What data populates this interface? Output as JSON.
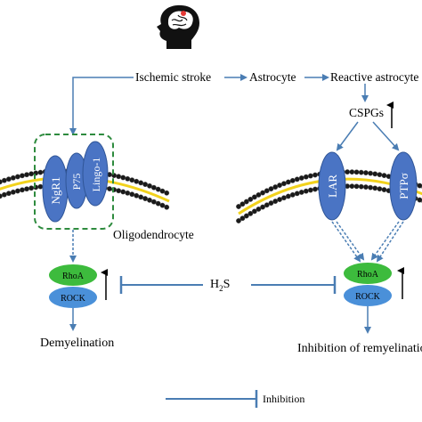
{
  "labels": {
    "ischemic_stroke": "Ischemic stroke",
    "astrocyte": "Astrocyte",
    "reactive_astrocyte": "Reactive astrocyte",
    "cspgs": "CSPGs",
    "ngr1": "NgR1",
    "p75": "P75",
    "lingo1": "Lingo-1",
    "oligodendrocyte": "Oligodendrocyte",
    "lar": "LAR",
    "ptp_sigma": "PTPσ",
    "rhoa": "RhoA",
    "rock": "ROCK",
    "h2s_base": "H",
    "h2s_sub": "2",
    "h2s_tail": "S",
    "demyelination": "Demyelination",
    "inhibition_of_remyelination": "Inhibition of remyelination",
    "legend_inhibition": "Inhibition"
  },
  "colors": {
    "arrow": "#4a7db3",
    "inhibition_bar": "#4a7db3",
    "receptor_fill": "#4a74c4",
    "receptor_stroke": "#2f5597",
    "rhoa_fill": "#3dbb3d",
    "rock_fill": "#4a90d9",
    "box_dash": "#2e8b3e",
    "membrane_line": "#f2d21c",
    "membrane_bead": "#1a1a1a",
    "head_icon": "#111111",
    "brain_dot": "#e53935"
  },
  "icons": {
    "head": "head-brain-icon",
    "up_arrow": "up-arrow-icon"
  }
}
